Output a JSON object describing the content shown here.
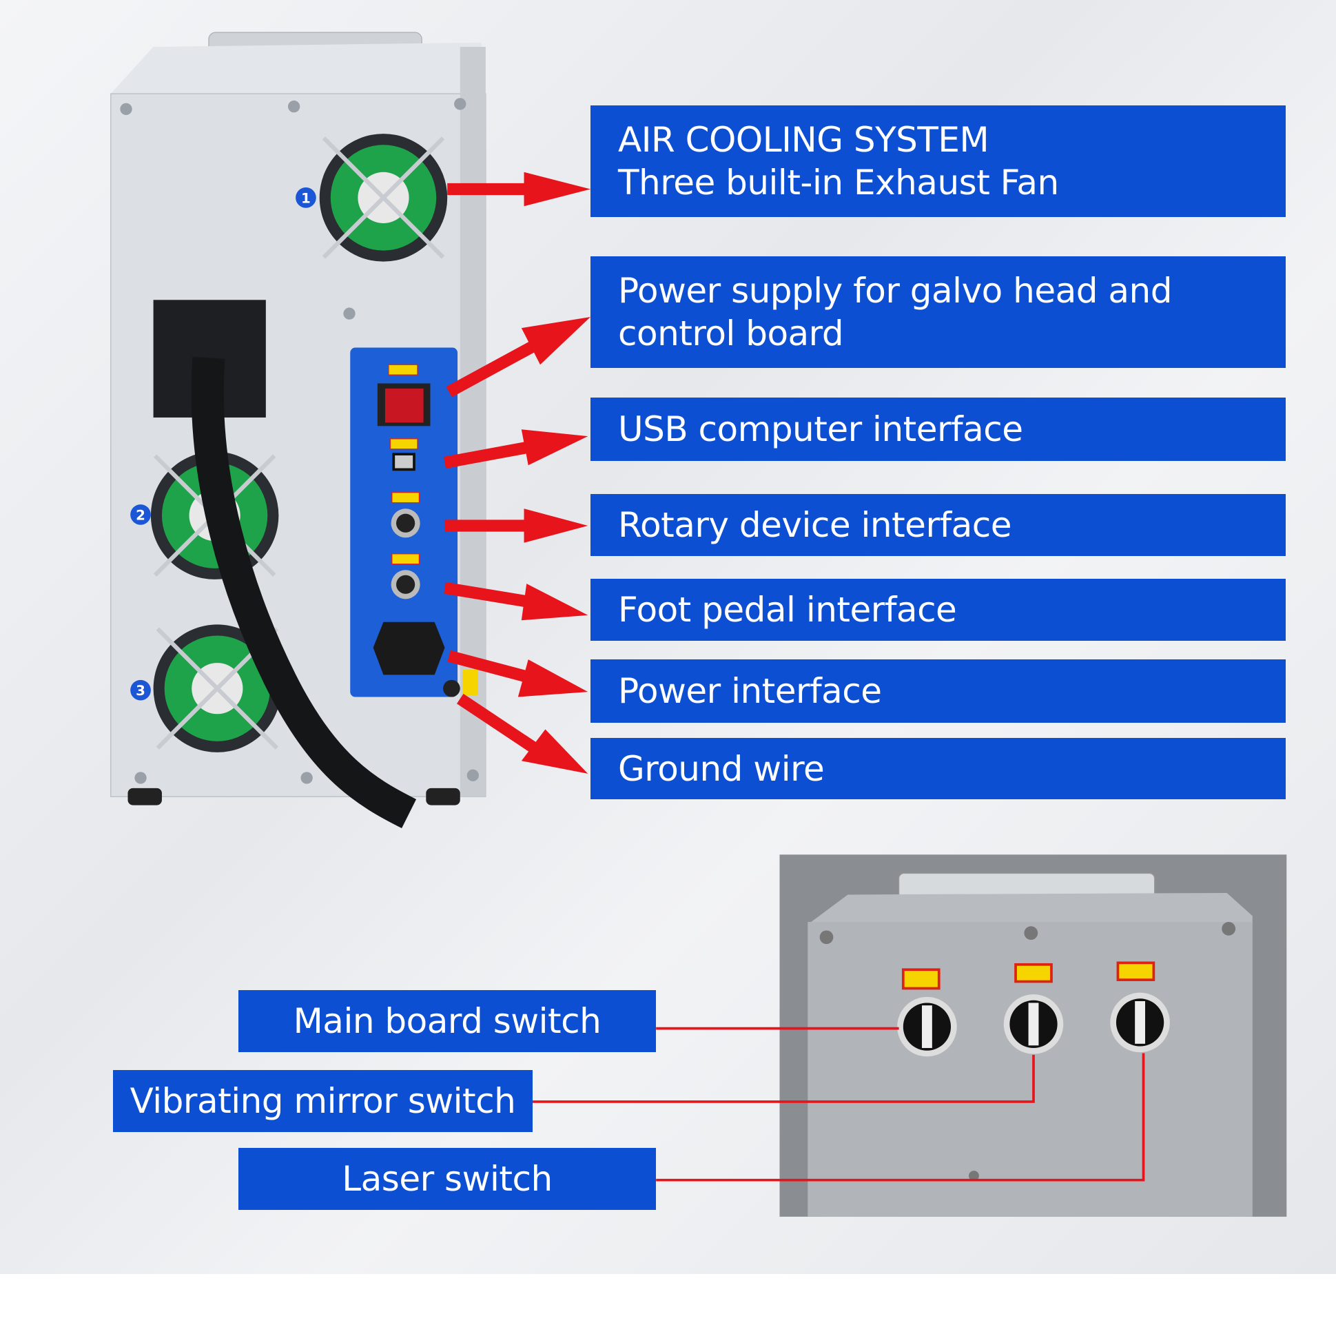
{
  "callouts": [
    {
      "line1": "AIR COOLING SYSTEM",
      "line2": "Three built-in Exhaust Fan"
    },
    {
      "line1": "Power supply for galvo head and",
      "line2": "control board"
    },
    {
      "line1": "USB computer interface"
    },
    {
      "line1": "Rotary device interface"
    },
    {
      "line1": "Foot pedal interface"
    },
    {
      "line1": "Power interface"
    },
    {
      "line1": "Ground wire"
    }
  ],
  "switches": [
    {
      "label": "Main board switch"
    },
    {
      "label": "Vibrating mirror switch"
    },
    {
      "label": "Laser switch"
    }
  ],
  "fan_numbers": [
    "1",
    "2",
    "3"
  ],
  "colors": {
    "label_blue": "#0c4fd2",
    "arrow_red": "#e8141b",
    "panel_blue": "#1d5fd6"
  }
}
